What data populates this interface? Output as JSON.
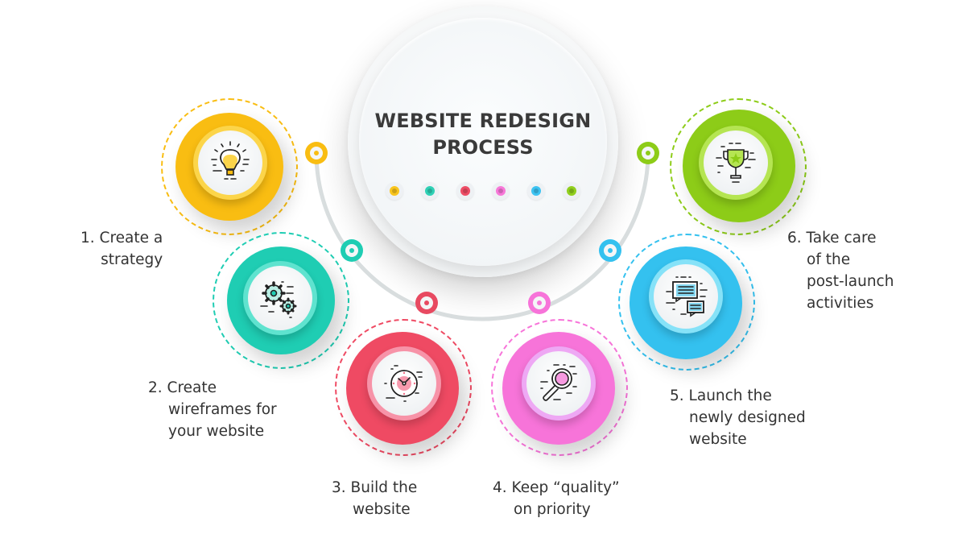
{
  "title": {
    "line1": "WEBSITE REDESIGN",
    "line2": "PROCESS"
  },
  "colors": {
    "yellow": "#f9bd12",
    "teal": "#1fcdb3",
    "red": "#ef4a63",
    "pink": "#f774d9",
    "blue": "#34c1ef",
    "green": "#8dcc18",
    "arc": "#d9dedf",
    "text": "#333333"
  },
  "center_dots": [
    "#f9c51d",
    "#2fd0b5",
    "#ee4d66",
    "#f778d8",
    "#3cc3f2",
    "#91cf1e"
  ],
  "steps": [
    {
      "number": "1.",
      "lines": [
        "Create a",
        "strategy"
      ],
      "icon": "lightbulb-icon",
      "color": "#f9bd12"
    },
    {
      "number": "2.",
      "lines": [
        "Create",
        "wireframes for",
        "your website"
      ],
      "icon": "gears-icon",
      "color": "#1fcdb3"
    },
    {
      "number": "3.",
      "lines": [
        "Build the",
        "website"
      ],
      "icon": "clock-icon",
      "color": "#ef4a63"
    },
    {
      "number": "4.",
      "lines": [
        "Keep “quality”",
        "on priority"
      ],
      "icon": "magnifier-icon",
      "color": "#f774d9"
    },
    {
      "number": "5.",
      "lines": [
        "Launch the",
        "newly designed",
        "website"
      ],
      "icon": "chat-bubbles-icon",
      "color": "#34c1ef"
    },
    {
      "number": "6.",
      "lines": [
        "Take care",
        "of the",
        "post-launch",
        "activities"
      ],
      "icon": "trophy-icon",
      "color": "#8dcc18"
    }
  ]
}
